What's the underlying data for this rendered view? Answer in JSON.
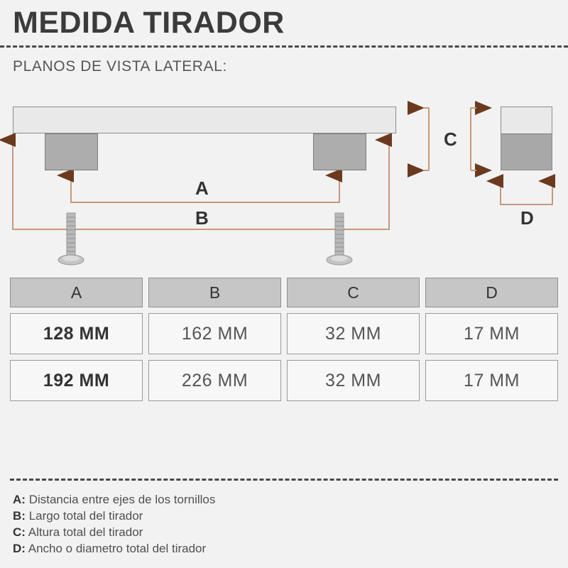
{
  "header": {
    "title": "MEDIDA TIRADOR",
    "subtitle": "PLANOS DE VISTA LATERAL:"
  },
  "diagram": {
    "labels": {
      "a": "A",
      "b": "B",
      "c": "C",
      "d": "D"
    },
    "colors": {
      "background": "#f2f2f2",
      "bar_fill": "#e9e9e9",
      "leg_fill": "#adadad",
      "outline": "#8d8d8d",
      "arrow_line": "#c49a7c",
      "arrow_head": "#6b3a1e",
      "screw_metal": "#b9b9b9"
    }
  },
  "table": {
    "headers": [
      "A",
      "B",
      "C",
      "D"
    ],
    "rows": [
      [
        "128 MM",
        "162 MM",
        "32 MM",
        "17 MM"
      ],
      [
        "192 MM",
        "226 MM",
        "32 MM",
        "17 MM"
      ]
    ]
  },
  "legend": [
    {
      "key": "A:",
      "text": "Distancia entre ejes de los tornillos"
    },
    {
      "key": "B:",
      "text": "Largo total del tirador"
    },
    {
      "key": "C:",
      "text": "Altura total del tirador"
    },
    {
      "key": "D:",
      "text": "Ancho o diametro total del tirador"
    }
  ]
}
